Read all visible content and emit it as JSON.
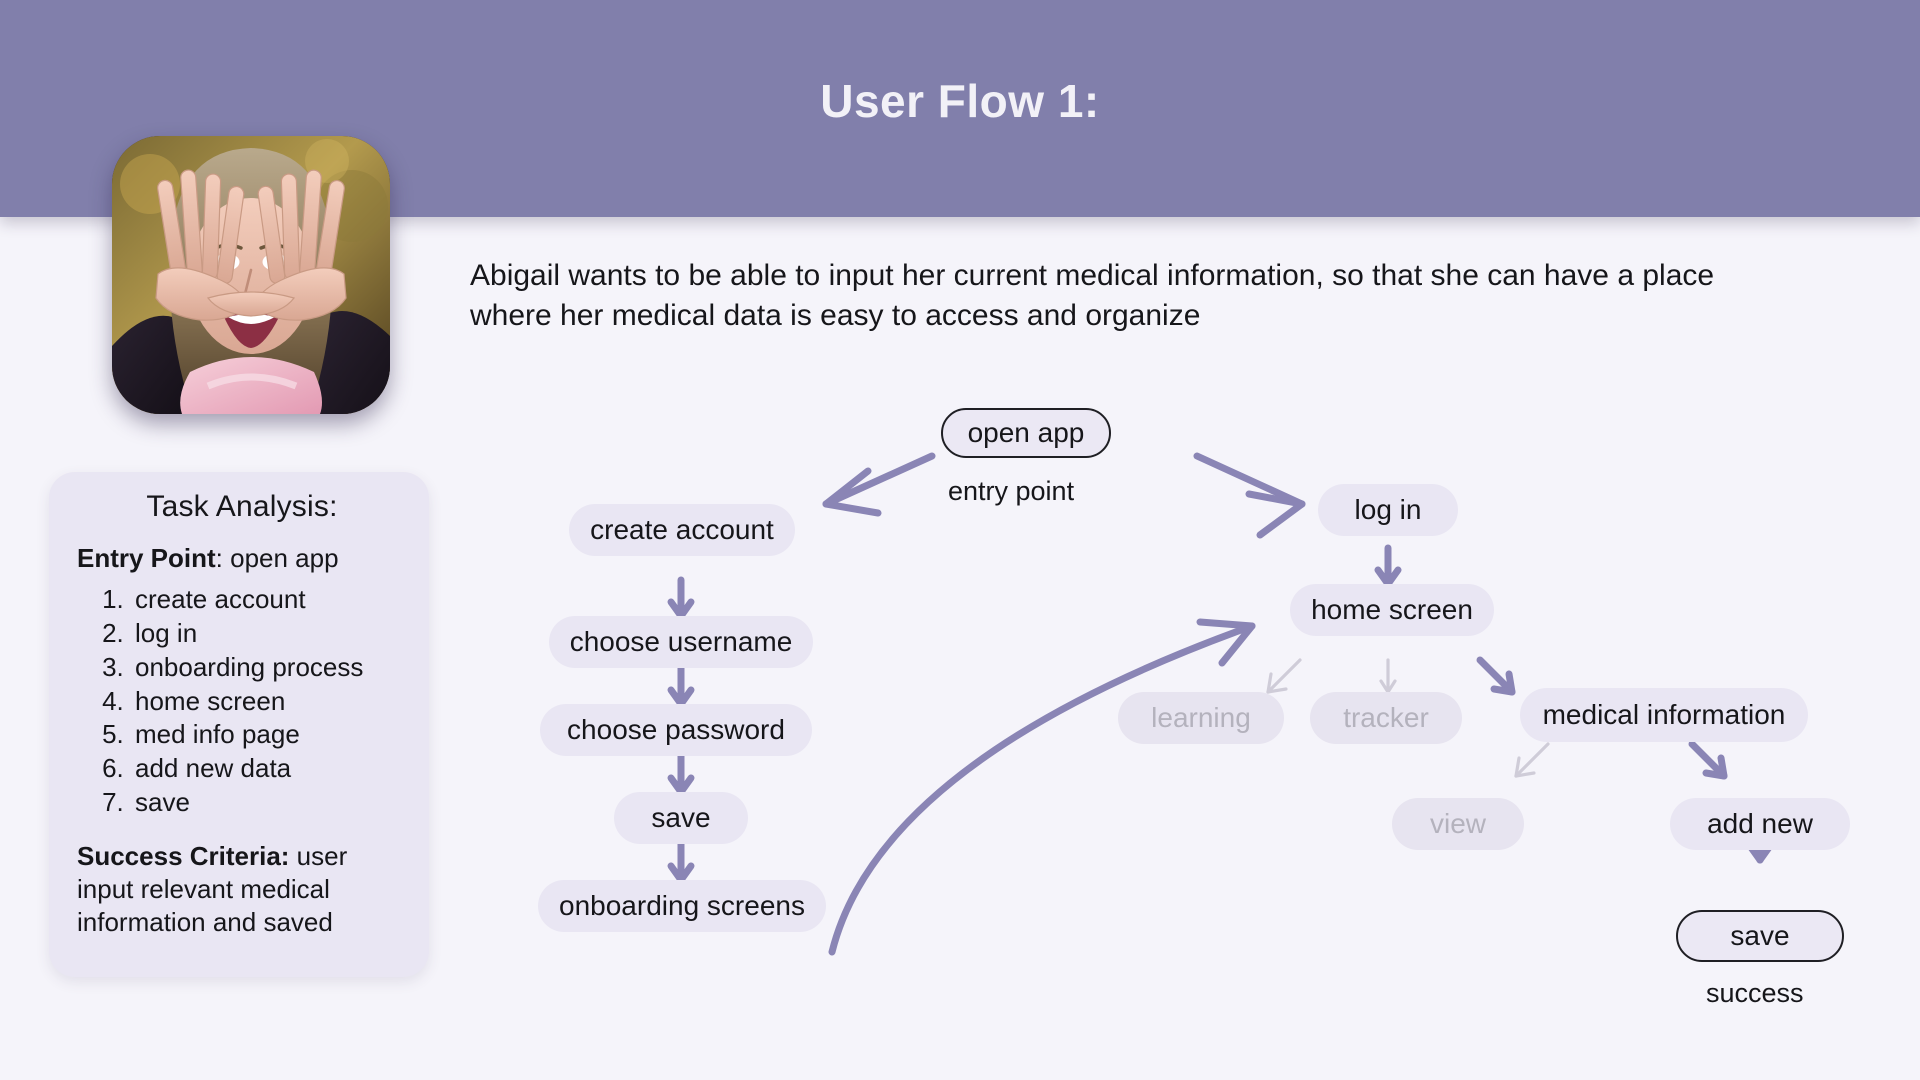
{
  "header": {
    "title": "User Flow 1:",
    "bar_color": "#817fab",
    "title_color": "#f2f1f7"
  },
  "avatar": {
    "alt": "woman-making-frame-with-hands-photo",
    "icon": "user-avatar-photo"
  },
  "description": {
    "text": "Abigail wants to be able to input her current medical information, so that she can have a place where her medical data is easy to access and organize"
  },
  "task_analysis": {
    "title": "Task Analysis:",
    "entry_point_label": "Entry Point",
    "entry_point_value": ": open app",
    "steps": [
      "create account",
      "log in",
      "onboarding process",
      "home screen",
      "med info page",
      "add new data",
      "save"
    ],
    "success_label": "Success Criteria:",
    "success_value": " user input relevant medical information and saved"
  },
  "flow": {
    "background": "#f5f4fa",
    "node_fill": "#e9e6f3",
    "arrow_color": "#8a85b5",
    "faded_arrow_color": "#cfccd8",
    "faded_text_color": "#b4b2bd",
    "nodes": [
      {
        "id": "open-app",
        "label": "open app",
        "style": "terminal"
      },
      {
        "id": "create-account",
        "label": "create account",
        "style": "normal"
      },
      {
        "id": "choose-username",
        "label": "choose username",
        "style": "normal"
      },
      {
        "id": "choose-password",
        "label": "choose password",
        "style": "normal"
      },
      {
        "id": "save-signup",
        "label": "save",
        "style": "normal"
      },
      {
        "id": "onboarding-screens",
        "label": "onboarding screens",
        "style": "normal"
      },
      {
        "id": "log-in",
        "label": "log in",
        "style": "normal"
      },
      {
        "id": "home-screen",
        "label": "home screen",
        "style": "normal"
      },
      {
        "id": "learning",
        "label": "learning",
        "style": "faded"
      },
      {
        "id": "tracker",
        "label": "tracker",
        "style": "faded"
      },
      {
        "id": "medical-information",
        "label": "medical information",
        "style": "normal"
      },
      {
        "id": "view",
        "label": "view",
        "style": "faded"
      },
      {
        "id": "add-new",
        "label": "add new",
        "style": "normal"
      },
      {
        "id": "save-final",
        "label": "save",
        "style": "terminal"
      }
    ],
    "captions": [
      {
        "id": "entry-point",
        "label": "entry point"
      },
      {
        "id": "success",
        "label": "success"
      }
    ]
  }
}
